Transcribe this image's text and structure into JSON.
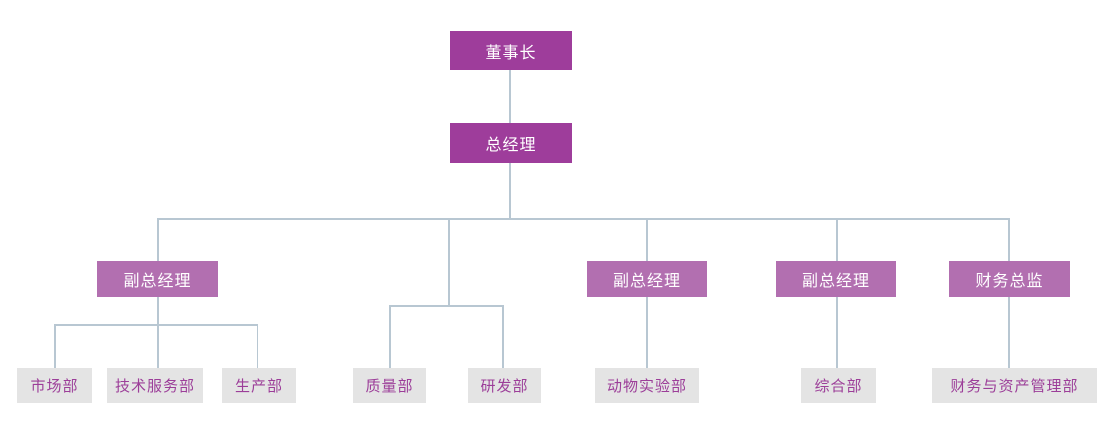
{
  "diagram": {
    "type": "org-chart",
    "colors": {
      "background": "#ffffff",
      "level1_fill": "#9e3d9b",
      "level3_fill": "#b26fb0",
      "leaf_fill": "#e4e4e4",
      "leaf_text": "#9c3e99",
      "box_text": "#ffffff",
      "connector": "#b8c7d2"
    },
    "nodes": {
      "chairman": {
        "label": "董事长"
      },
      "general_manager": {
        "label": "总经理"
      },
      "branches": [
        {
          "manager": "副总经理",
          "departments": [
            "市场部",
            "技术服务部",
            "生产部"
          ]
        },
        {
          "manager": null,
          "departments": [
            "质量部",
            "研发部"
          ]
        },
        {
          "manager": "副总经理",
          "departments": [
            "动物实验部"
          ]
        },
        {
          "manager": "副总经理",
          "departments": [
            "综合部"
          ]
        },
        {
          "manager": "财务总监",
          "departments": [
            "财务与资产管理部"
          ]
        }
      ]
    }
  }
}
